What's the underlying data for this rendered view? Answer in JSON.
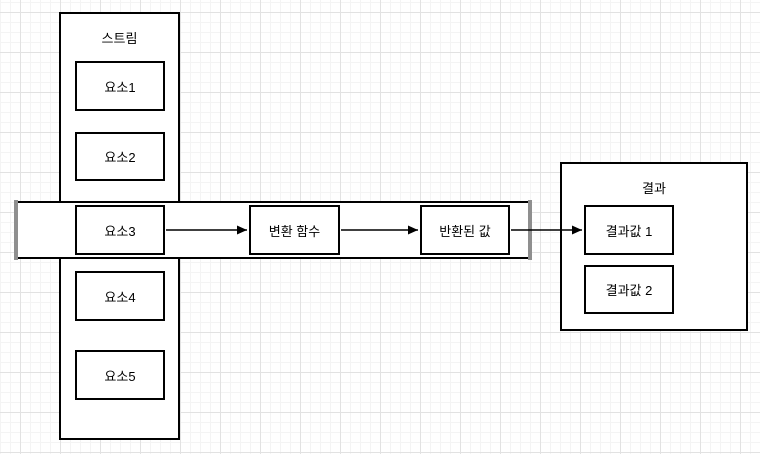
{
  "diagram": {
    "stream": {
      "title": "스트림",
      "elements": [
        {
          "label": "요소1"
        },
        {
          "label": "요소2"
        },
        {
          "label": "요소3"
        },
        {
          "label": "요소4"
        },
        {
          "label": "요소5"
        }
      ]
    },
    "pipeline": {
      "transform_label": "변환 함수",
      "returned_label": "반환된 값"
    },
    "result": {
      "title": "결과",
      "values": [
        {
          "label": "결과값 1"
        },
        {
          "label": "결과값 2"
        }
      ]
    },
    "colors": {
      "shape_border": "#000000",
      "shape_fill": "#ffffff",
      "band_edge": "#8f8f8f",
      "arrow": "#000000",
      "grid_minor": "#f4f4f4",
      "grid_major": "#e2e2e2",
      "background": "#ffffff"
    }
  }
}
